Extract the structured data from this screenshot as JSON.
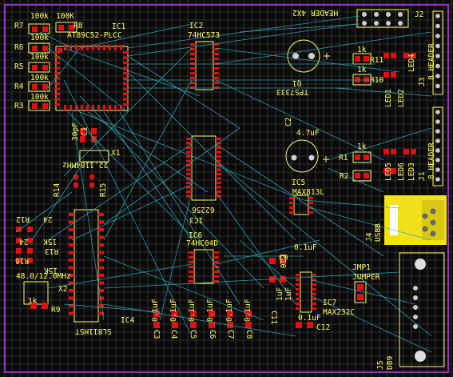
{
  "colors": {
    "background": "#0a0a0a",
    "grid": "#4a4a4a",
    "border": "#9a30c8",
    "pad": "#e01010",
    "silk": "#ffff66",
    "ratsnest": "#30b0c0",
    "usb": "#f2e018"
  },
  "labels": {
    "r7": "R7",
    "r7v": "100k",
    "r8v": "100K",
    "r8": "R8",
    "r6": "R6",
    "r6v": "100k",
    "r5": "R5",
    "r5v": "100k",
    "r4": "R4",
    "r4v": "100k",
    "r3": "R3",
    "ic1": "IC1",
    "ic1v": "AT89C52-PLCC",
    "ic2": "IC2",
    "ic2v": "74HC573",
    "ic3": "IC3",
    "ic3v": "62256",
    "ic4": "IC4",
    "ic5": "IC5",
    "ic5v": "MAX813L",
    "ic6": "IC6",
    "ic6v": "74HC04D",
    "ic7": "IC7",
    "ic7v": "MAX232C",
    "header4x2": "HEADER 4X2",
    "j2": "J2",
    "j3": "J3",
    "j3v": "8 HEADER",
    "j1": "J1",
    "j1v": "8 HEADER",
    "j4": "J4",
    "j4v": "USBB",
    "j5": "J5",
    "j5v": "DB9",
    "jmp1": "JMP1",
    "jmp1v": "JUMPER",
    "q1": "Q1",
    "q1v": "TPS7333",
    "c2": "C2",
    "c2v": "4.7uF",
    "c1": "C1",
    "c11": "30pF",
    "x1": "X1",
    "x1v": "22.1184MHz",
    "x2": "X2",
    "x2v": "48.0/12.0MHz",
    "r1": "R1",
    "r2": "R2",
    "r10": "R10",
    "r11": "R11",
    "r1v": "1k",
    "r10v": "1k",
    "r11v": "1k",
    "r9": "R9",
    "r9v": "1k",
    "r12": "R12",
    "r12v": "24",
    "r13": "R13",
    "r13v": "24",
    "r14": "R14",
    "r16": "R16",
    "r16v": "15K",
    "r15": "R15",
    "r15v": "15K",
    "led1": "LED1",
    "led2": "LED2",
    "led3": "LED3",
    "led4": "LED4",
    "led5": "LED5",
    "led6": "LED6",
    "sl": "SL811HST",
    "cap01": "0.1uF",
    "c3": "C3",
    "c4": "C4",
    "c5": "C5",
    "c6": "C6",
    "c7": "C7",
    "c8": "C8",
    "c9": "C9",
    "c10": "C10",
    "c11b": "C11",
    "c12": "C12",
    "cap1": "1uF",
    "r3v": "100k"
  }
}
